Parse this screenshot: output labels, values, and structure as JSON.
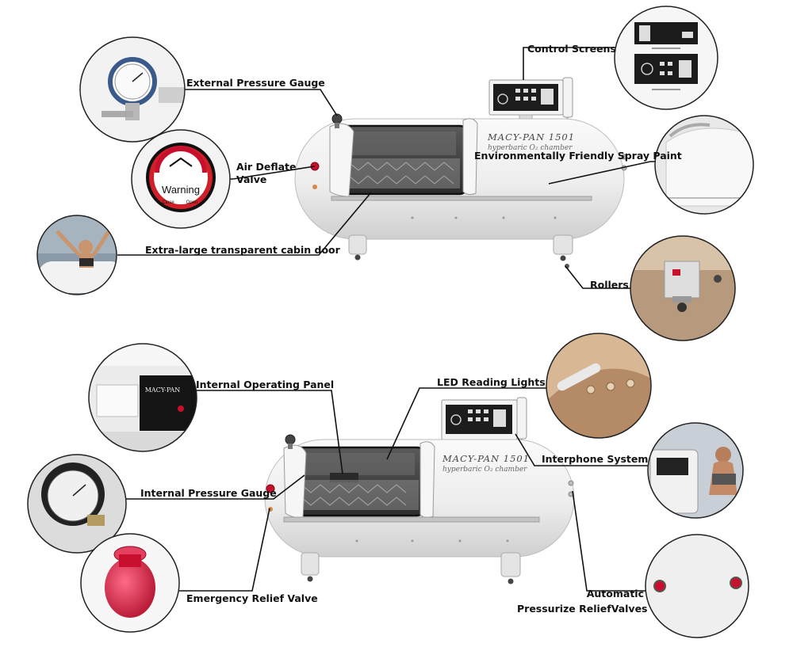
{
  "callouts": {
    "external_pressure_gauge": "External Pressure Gauge",
    "air_deflate_valve_line1": "Air Deflate",
    "air_deflate_valve_line2": "Valve",
    "transparent_cabin_door": "Extra-large transparent cabin door",
    "control_screens": "Control Screens",
    "spray_paint": "Environmentally Friendly Spray Paint",
    "rollers": "Rollers",
    "internal_operating_panel": "Internal Operating Panel",
    "led_reading_lights": "LED Reading Lights",
    "interphone_system": "Interphone System",
    "internal_pressure_gauge": "Internal Pressure Gauge",
    "emergency_relief_valve": "Emergency Relief Valve",
    "auto_relief_line1": "Automatic",
    "auto_relief_line2": "Pressurize ReliefValves"
  },
  "chamber": {
    "model": "MACY-PAN 1501",
    "subtitle": "hyperbaric O₂ chamber",
    "panel_brand": "MACY-PAN"
  },
  "warning_valve": {
    "text": "Warning",
    "close": "Close",
    "open": "Open"
  },
  "colors": {
    "chamber_body": "#eeeeee",
    "window": "#3a3a3a",
    "accent_red": "#c8102e",
    "line": "#111111"
  }
}
